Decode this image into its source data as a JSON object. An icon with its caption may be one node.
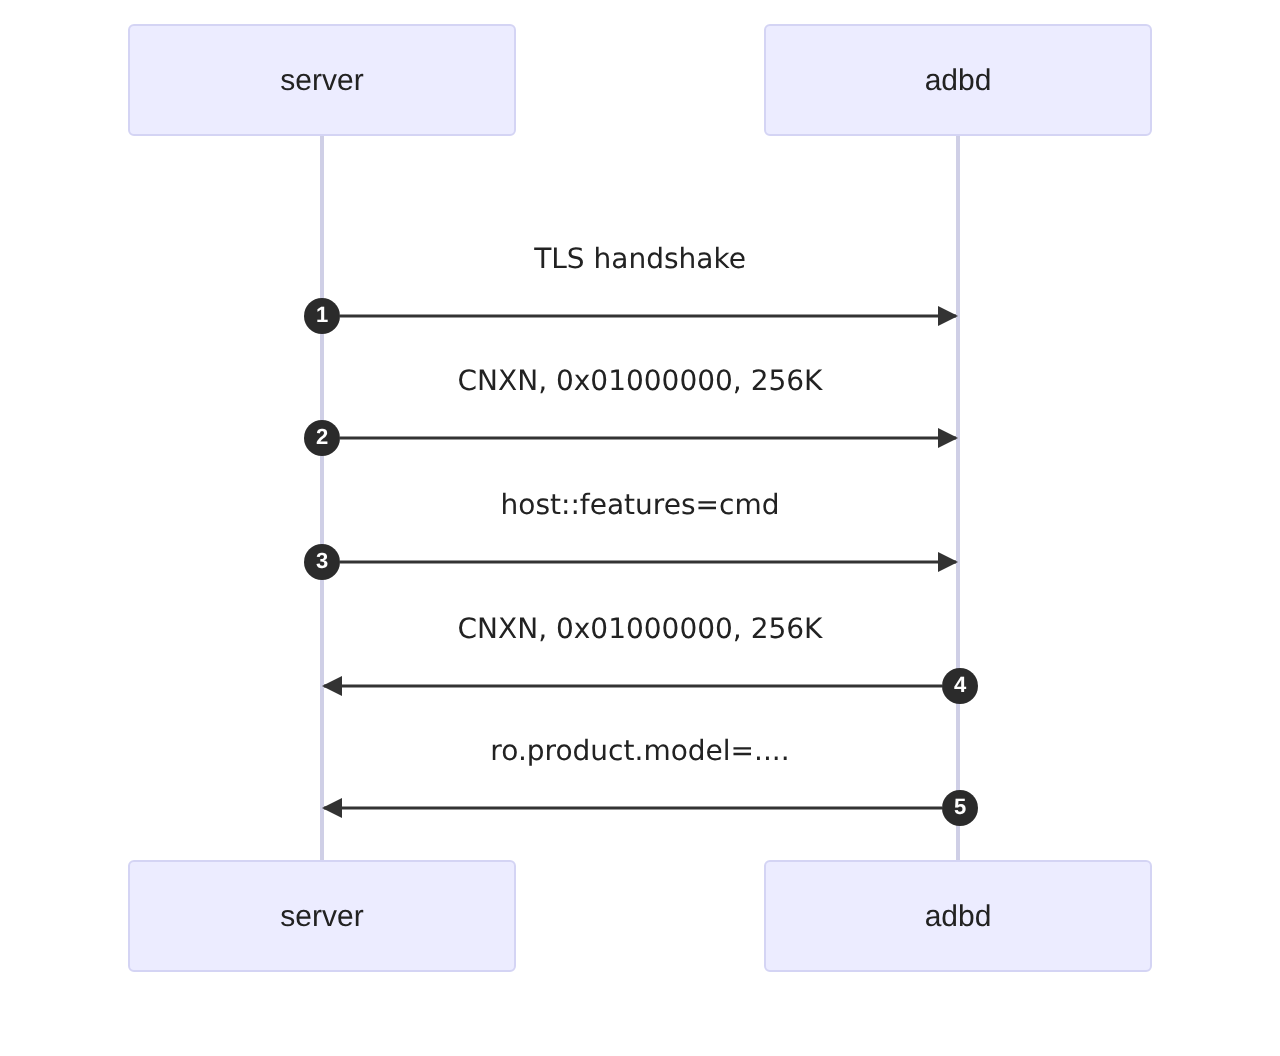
{
  "diagram": {
    "nodes": [
      {
        "text": [
          "server"
        ]
      },
      {
        "text": [
          "adbd"
        ]
      },
      {
        "text": [],
        "shape": "bar"
      },
      {
        "text": [],
        "shape": "bar"
      },
      {
        "text": [
          "server"
        ]
      },
      {
        "text": [
          "adbd"
        ]
      },
      {
        "text": [
          "1"
        ]
      },
      {
        "text": [
          "2"
        ]
      },
      {
        "text": [
          "3"
        ]
      },
      {
        "text": [
          "4"
        ]
      },
      {
        "text": [
          "5"
        ]
      }
    ],
    "edges": [
      {
        "from": 6,
        "to": 3,
        "arrow": "to",
        "label": "TLS handshake"
      },
      {
        "from": 7,
        "to": 3,
        "arrow": "to",
        "label": "CNXN, 0x01000000, 256K"
      },
      {
        "from": 8,
        "to": 3,
        "arrow": "to",
        "label": "host::features=cmd"
      },
      {
        "from": 9,
        "to": 2,
        "arrow": "to",
        "label": "CNXN, 0x01000000, 256K"
      },
      {
        "from": 10,
        "to": 2,
        "arrow": "to",
        "label": "ro.product.model=...."
      }
    ]
  }
}
